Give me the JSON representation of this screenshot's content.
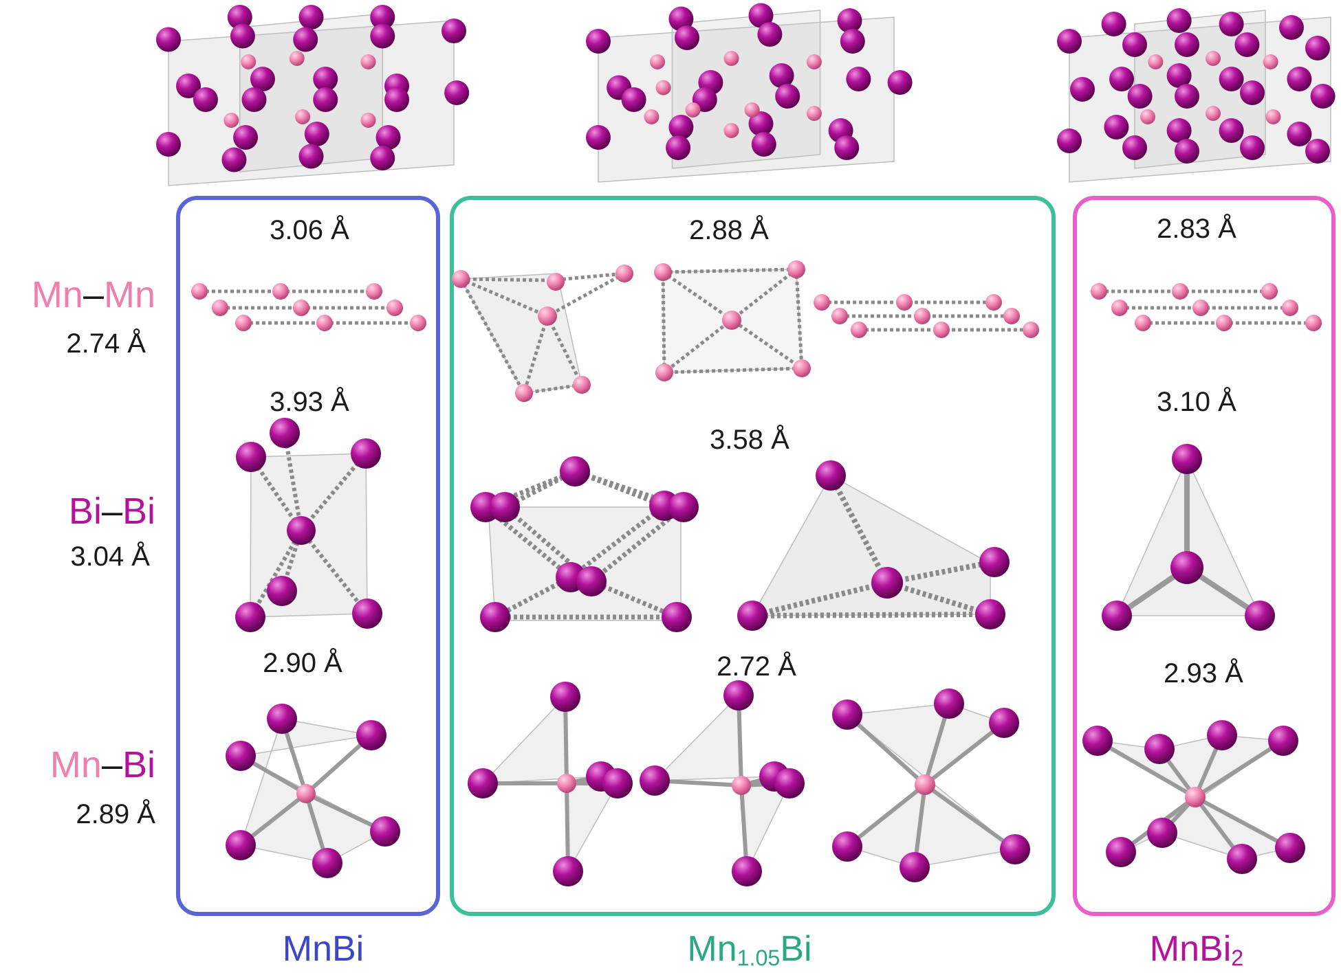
{
  "colors": {
    "mn": "#f07fae",
    "bi": "#b3139b",
    "mnbi_box": "#5865d4",
    "mn105bi_box": "#3dbf9a",
    "mnbi2_box": "#e85fcb",
    "text": "#1a1a1a"
  },
  "rows": {
    "mn_mn": {
      "label_a": "Mn",
      "dash": "–",
      "label_b": "Mn",
      "value": "2.74 Å"
    },
    "bi_bi": {
      "label_a": "Bi",
      "dash": "–",
      "label_b": "Bi",
      "value": "3.04 Å"
    },
    "mn_bi": {
      "label_a": "Mn",
      "dash": "–",
      "label_b": "Bi",
      "value": "2.89 Å"
    }
  },
  "compounds": {
    "mnbi": {
      "name": "MnBi",
      "mn_mn": "3.06 Å",
      "bi_bi": "3.93 Å",
      "mn_bi": "2.90 Å"
    },
    "mn105bi": {
      "name_a": "Mn",
      "name_sub": "1.05",
      "name_b": "Bi",
      "mn_mn": "2.88 Å",
      "bi_bi": "3.58 Å",
      "mn_bi": "2.72 Å"
    },
    "mnbi2": {
      "name_a": "MnBi",
      "name_sub": "2",
      "mn_mn": "2.83 Å",
      "bi_bi": "3.10 Å",
      "mn_bi": "2.93 Å"
    }
  }
}
